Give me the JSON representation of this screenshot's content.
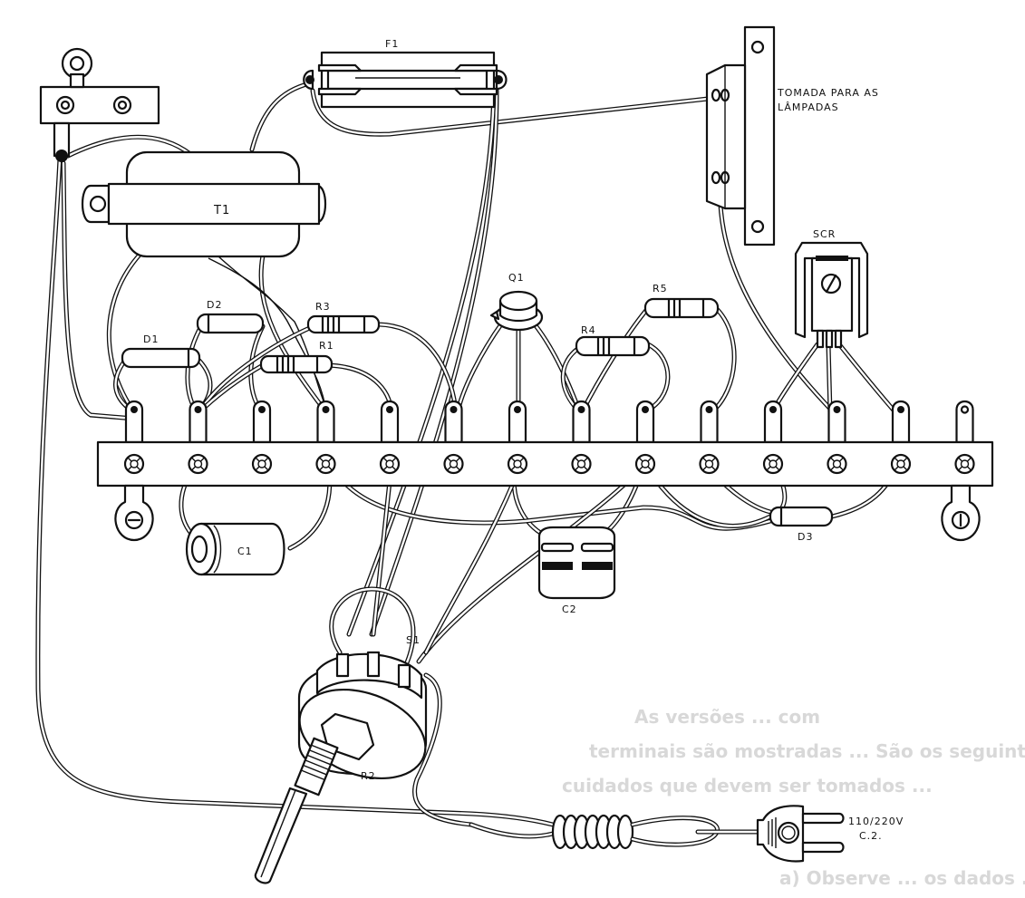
{
  "diagram": {
    "title": "Wiring diagram — lamp dimmer assembly on terminal strip",
    "components": {
      "fuse": {
        "label": "F1"
      },
      "transformer": {
        "label": "T1"
      },
      "diode1": {
        "label": "D1"
      },
      "diode2": {
        "label": "D2"
      },
      "diode3": {
        "label": "D3"
      },
      "resistor1": {
        "label": "R1"
      },
      "resistor3": {
        "label": "R3"
      },
      "resistor4": {
        "label": "R4"
      },
      "resistor5": {
        "label": "R5"
      },
      "transistor": {
        "label": "Q1"
      },
      "scr": {
        "label": "SCR"
      },
      "capacitor1": {
        "label": "C1"
      },
      "capacitor2": {
        "label": "C2"
      },
      "potentiometer": {
        "label": "R2"
      },
      "switch": {
        "label": "S1"
      },
      "socket": {
        "label_line1": "TOMADA  PARA AS",
        "label_line2": "LÂMPADAS"
      },
      "plug": {
        "label_line1": "110/220V",
        "label_line2": "C.2."
      }
    },
    "terminal_strip": {
      "lug_count": 14
    },
    "background_text_bleedthrough": [
      "As versões ... com",
      "terminais são mostradas ... São os seguintes",
      "cuidados que devem ser tomados ...",
      "a) Observe ... os dados ... ou dívida"
    ]
  }
}
